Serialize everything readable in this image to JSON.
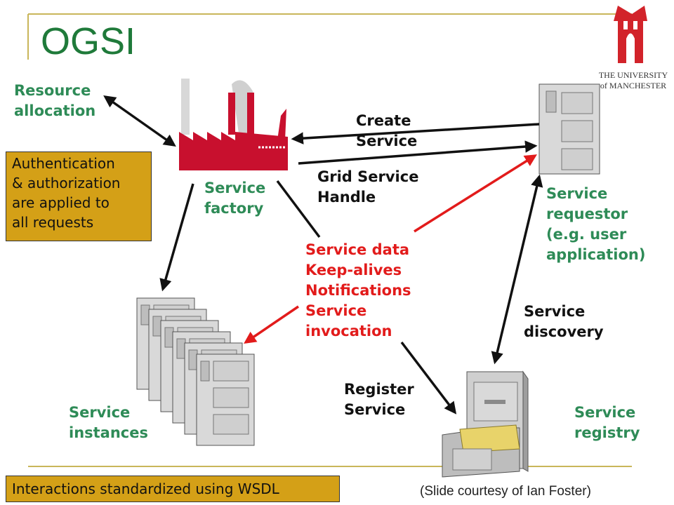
{
  "slide": {
    "title": "OGSI",
    "university_logo_text": "THE UNIVERSITY of MANCHESTER",
    "labels": {
      "resource_allocation": "Resource\nallocation",
      "create_service": "Create\nService",
      "grid_service_handle": "Grid Service\nHandle",
      "service_factory": "Service\nfactory",
      "service_requestor": "Service\nrequestor\n(e.g. user\napplication)",
      "service_data": "Service data\nKeep-alives\nNotifications\nService\ninvocation",
      "service_discovery": "Service\ndiscovery",
      "register_service": "Register\nService",
      "service_instances": "Service\ninstances",
      "service_registry": "Service\nregistry"
    },
    "auth_box": "Authentication\n& authorization\nare applied to\nall requests",
    "wsdl_box": "Interactions standardized using WSDL",
    "credit": "(Slide courtesy of Ian Foster)",
    "colors": {
      "title": "#1f7a3a",
      "label_green": "#2e8b57",
      "label_red": "#e21b1b",
      "box_gold": "#d4a017",
      "factory_red": "#c8102e",
      "logo_red": "#d2232a"
    },
    "icons": [
      "factory-icon",
      "server-icon",
      "file-cabinet-icon",
      "university-crest-icon"
    ]
  }
}
